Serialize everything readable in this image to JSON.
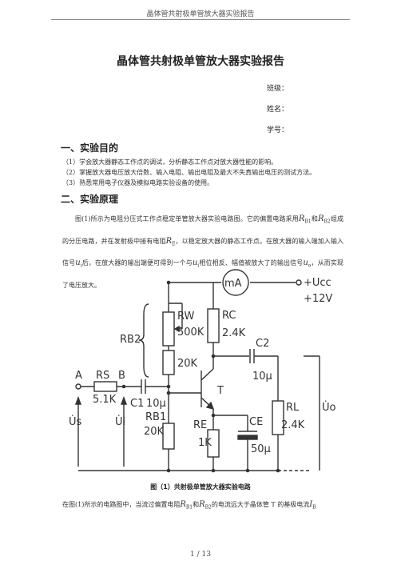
{
  "header": "晶体管共射极单管放大器实验报告",
  "title": "晶体管共射极单管放大器实验报告",
  "fields": {
    "class": "班级：",
    "name": "姓名：",
    "id": "学号："
  },
  "section1": {
    "title": "一、实验目的",
    "items": [
      "（1）学会放大器静态工作点的调试，分析静态工作点对放大器性能的影响。",
      "（2）掌握放大器电压放大倍数、输入电阻、输出电阻及最大不失真输出电压的测试方法。",
      "（3）熟悉常用电子仪器及模拟电路实验设备的使用。"
    ]
  },
  "section2": {
    "title": "二、实验原理",
    "para": {
      "t1": "图(1)所示为电阻分压式工作点稳定单管放大器实验电路图。它的偏置电路采用",
      "r1": "R",
      "r1sub": "B1",
      "t2": "和",
      "r2": "R",
      "r2sub": "B2",
      "t3": "组成的分压电路，并在发射极中接有电阻",
      "re": "R",
      "resub": "E",
      "t4": "，以稳定放大器的静态工作点。在放大器的输入端加入输入信号",
      "ui": "u",
      "uisub": "i",
      "t5": "后，在放大器的输出端便可得到一个与",
      "ui2": "u",
      "ui2sub": "i",
      "t6": "相位相反、幅值被放大了的输出信号",
      "uo": "u",
      "uosub": "o",
      "t7": "，从而实现了电压放大。"
    }
  },
  "circuit": {
    "labels": {
      "A": "A",
      "B": "B",
      "RS": "RS",
      "RS_val": "5.1K",
      "C1": "C1",
      "C1_val": "10µ",
      "RW": "RW",
      "RW_val": "500K",
      "RB2": "RB2",
      "R20": "20K",
      "RB1": "RB1",
      "RB1_val": "20K",
      "RC": "RC",
      "RC_val": "2.4K",
      "mA": "mA",
      "UCC": "+Ucc",
      "V12": "+12V",
      "C2": "C2",
      "C2_val": "10µ",
      "T": "T",
      "RE": "RE",
      "RE_val": "1K",
      "CE": "CE",
      "CE_val": "50µ",
      "RL": "RL",
      "RL_val": "2.4K",
      "US": "U̇s",
      "UI": "U̇i",
      "UO": "U̇o"
    }
  },
  "caption": "图（1）共射极单管放大器实验电路",
  "last_line": {
    "t1": "在图(1)所示的电路图中，当流过偏置电阻",
    "r1": "R",
    "r1sub": "B1",
    "t2": "和",
    "r2": "R",
    "r2sub": "B2",
    "t3": "的电流远大于晶体管 T 的基极电流",
    "ib": "I",
    "ibsub": "B"
  },
  "page_number": "1 / 13"
}
